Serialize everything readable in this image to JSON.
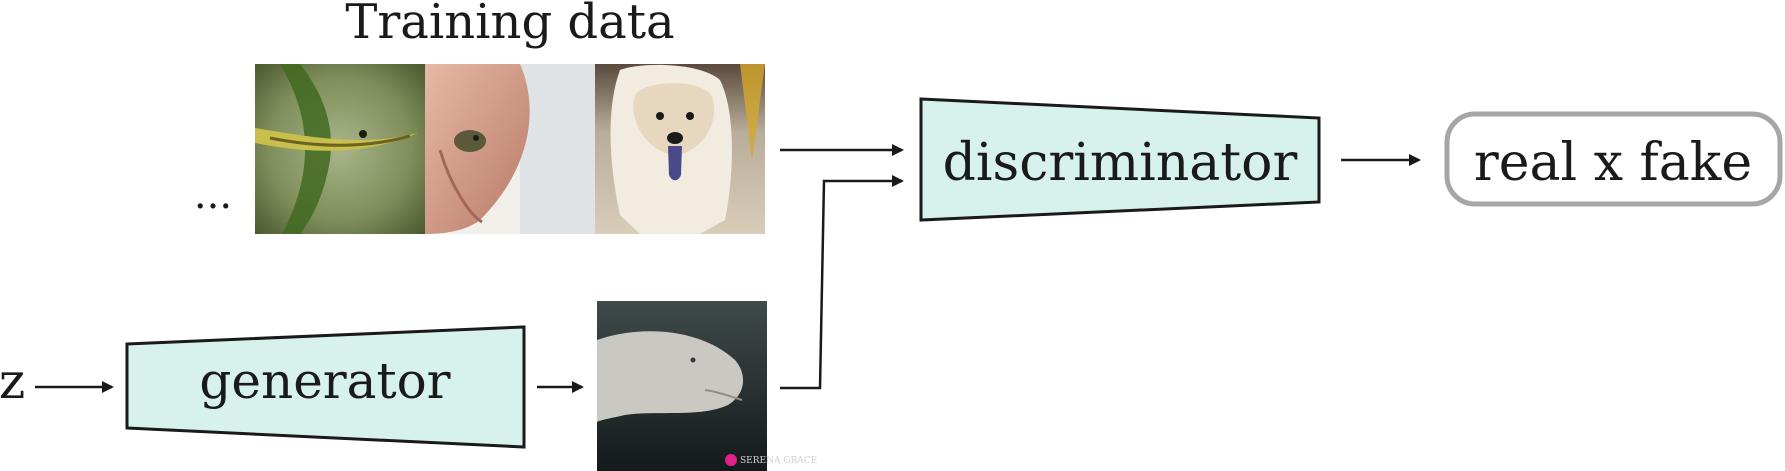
{
  "title": "Training data",
  "ellipsis": "...",
  "noise_label": "z",
  "generator_label": "generator",
  "discriminator_label": "discriminator",
  "output_label": "real x fake",
  "watermark": "SERENA GRACE",
  "images": {
    "training": [
      "snake-on-leaf-photo",
      "small-creature-in-hand-photo",
      "white-dog-photo"
    ],
    "generated": "manatee-photo"
  },
  "colors": {
    "box_fill": "#d7f2ed",
    "box_stroke": "#1a1a1a",
    "output_border": "#a6a6a6",
    "arrow": "#1a1a1a"
  }
}
